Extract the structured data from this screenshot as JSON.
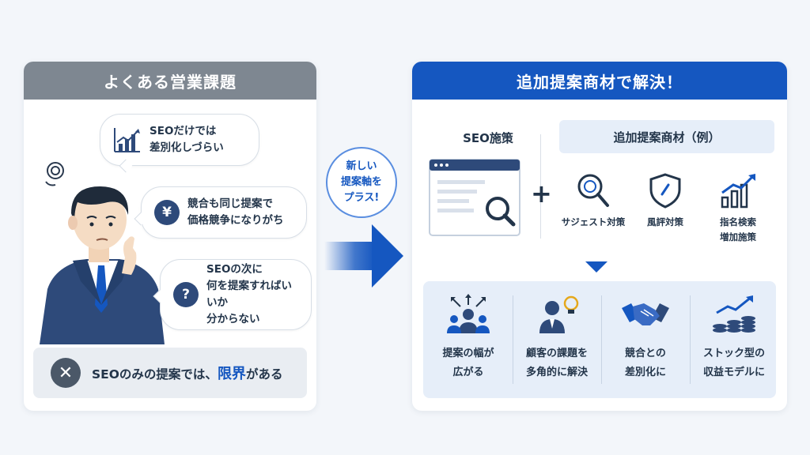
{
  "left": {
    "header": "よくある営業課題",
    "bubbles": [
      {
        "lines": [
          "SEOだけでは",
          "差別化しづらい"
        ]
      },
      {
        "icon_char": "¥",
        "lines": [
          "競合も同じ提案で",
          "価格競争になりがち"
        ]
      },
      {
        "icon_char": "?",
        "lines": [
          "SEOの次に",
          "何を提案すればいいか",
          "分からない"
        ]
      }
    ],
    "conclusion": {
      "icon_char": "✕",
      "prefix": "SEOのみの提案では、",
      "highlight": "限界",
      "suffix": "がある"
    }
  },
  "center": {
    "lines": [
      "新しい",
      "提案軸を",
      "プラス!"
    ]
  },
  "right": {
    "header": "追加提案商材で解決！",
    "seo_title": "SEO施策",
    "plus": "+",
    "add_title": "追加提案商材（例）",
    "options": [
      {
        "icon": "search-magnifier-icon",
        "label": "サジェスト対策"
      },
      {
        "icon": "shield-icon",
        "label": "風評対策"
      },
      {
        "icon": "growth-chart-icon",
        "label_lines": [
          "指名検索",
          "増加施策"
        ]
      }
    ],
    "benefits": [
      {
        "icon": "team-expand-icon",
        "lines": [
          "提案の幅が",
          "広がる"
        ]
      },
      {
        "icon": "person-lightbulb-icon",
        "lines": [
          "顧客の課題を",
          "多角的に解決"
        ]
      },
      {
        "icon": "handshake-icon",
        "lines": [
          "競合との",
          "差別化に"
        ]
      },
      {
        "icon": "coins-growth-icon",
        "lines": [
          "ストック型の",
          "収益モデルに"
        ]
      }
    ]
  },
  "colors": {
    "primary": "#1557c0",
    "navy": "#2e4a7a",
    "gray_header": "#7e8791",
    "light_blue": "#e6eef9"
  }
}
